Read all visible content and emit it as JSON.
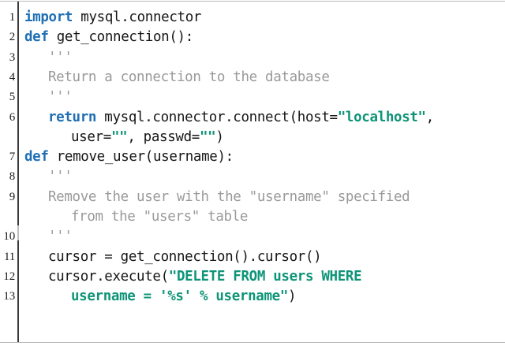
{
  "editor": {
    "language": "python",
    "background_color": "#ffffff",
    "keyword_color": "#1f6fb5",
    "string_color": "#0e9478",
    "docstring_color": "#9a9a9a",
    "plain_color": "#161616",
    "gutter_rule_color": "#3a3a3a",
    "border_color": "#b8b8b8"
  },
  "gutter": {
    "line_numbers": [
      "1",
      "2",
      "3",
      "4",
      "5",
      "6",
      "7",
      "8",
      "9",
      "10",
      "11",
      "12",
      "13"
    ]
  },
  "code": {
    "rows": [
      {
        "number": "1",
        "indent": 0,
        "text": "import mysql.connector",
        "tokens": [
          {
            "t": "import",
            "k": "kw"
          },
          {
            "t": " mysql.connector",
            "k": "pl"
          }
        ]
      },
      {
        "number": "2",
        "indent": 0,
        "text": "def get_connection():",
        "tokens": [
          {
            "t": "def",
            "k": "kw"
          },
          {
            "t": " get_connection():",
            "k": "pl"
          }
        ]
      },
      {
        "number": "3",
        "indent": 1,
        "text": "'''",
        "tokens": [
          {
            "t": "'''",
            "k": "doc"
          }
        ]
      },
      {
        "number": "4",
        "indent": 1,
        "text": "Return a connection to the database",
        "tokens": [
          {
            "t": "Return a connection to the database",
            "k": "doc"
          }
        ]
      },
      {
        "number": "5",
        "indent": 1,
        "text": "'''",
        "tokens": [
          {
            "t": "'''",
            "k": "doc"
          }
        ]
      },
      {
        "number": "6",
        "indent": 1,
        "text": "return mysql.connector.connect(host=\"localhost\",",
        "tokens": [
          {
            "t": "return",
            "k": "kw"
          },
          {
            "t": " mysql.connector.connect(host=",
            "k": "pl"
          },
          {
            "t": "\"localhost\"",
            "k": "str"
          },
          {
            "t": ",",
            "k": "pl"
          }
        ]
      },
      {
        "number": "",
        "indent": 2,
        "text": "user=\"\", passwd=\"\")",
        "tokens": [
          {
            "t": "user=",
            "k": "pl"
          },
          {
            "t": "\"\"",
            "k": "str"
          },
          {
            "t": ", passwd=",
            "k": "pl"
          },
          {
            "t": "\"\"",
            "k": "str"
          },
          {
            "t": ")",
            "k": "pl"
          }
        ]
      },
      {
        "number": "7",
        "indent": 0,
        "text": "def remove_user(username):",
        "tokens": [
          {
            "t": "def",
            "k": "kw"
          },
          {
            "t": " remove_user(username):",
            "k": "pl"
          }
        ]
      },
      {
        "number": "8",
        "indent": 1,
        "text": "'''",
        "tokens": [
          {
            "t": "'''",
            "k": "doc"
          }
        ]
      },
      {
        "number": "9",
        "indent": 1,
        "text": "Remove the user with the \"username\" specified",
        "tokens": [
          {
            "t": "Remove the user with the \"username\" specified",
            "k": "doc"
          }
        ]
      },
      {
        "number": "",
        "indent": 2,
        "text": "from the \"users\" table",
        "tokens": [
          {
            "t": "from the \"users\" table",
            "k": "doc"
          }
        ]
      },
      {
        "number": "10",
        "indent": 1,
        "text": "'''",
        "tokens": [
          {
            "t": "'''",
            "k": "doc"
          }
        ]
      },
      {
        "number": "11",
        "indent": 1,
        "text": "cursor = get_connection().cursor()",
        "tokens": [
          {
            "t": "cursor = get_connection().cursor()",
            "k": "pl"
          }
        ]
      },
      {
        "number": "12",
        "indent": 1,
        "text": "cursor.execute(\"DELETE FROM users WHERE",
        "tokens": [
          {
            "t": "cursor.execute(",
            "k": "pl"
          },
          {
            "t": "\"DELETE FROM users WHERE",
            "k": "str"
          }
        ]
      },
      {
        "number": "13",
        "indent": 2,
        "text": "username = '%s' % username\")",
        "tokens": [
          {
            "t": "username = '%s' % username\"",
            "k": "str"
          },
          {
            "t": ")",
            "k": "pl"
          }
        ]
      }
    ]
  }
}
